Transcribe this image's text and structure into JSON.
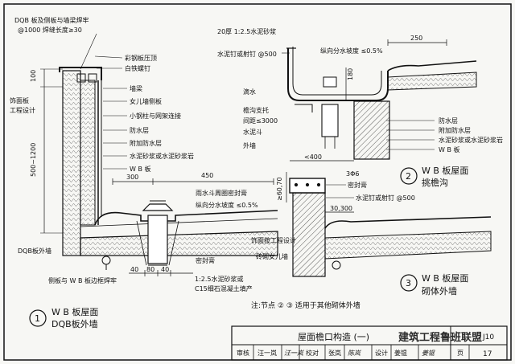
{
  "detail1": {
    "top_note_a": "DQB 板及侧板与墙梁焊牢",
    "top_note_b": "@1000 焊缝长度≥30",
    "labels": [
      "彩钢板压顶",
      "白铁螺钉",
      "墙梁",
      "女儿墙侧板",
      "小钢柱与网架连接",
      "防水层",
      "附加防水层",
      "水泥砂浆或水泥砂浆岩",
      "W B 板"
    ],
    "left_a": "饰面板",
    "left_b": "工程设计",
    "dim_100": "100",
    "dim_height": "500~1200",
    "dim_300": "300",
    "dim_450": "450",
    "dim_40a": "40",
    "dim_80": "80",
    "dim_40b": "40",
    "note_sealant": "雨水斗周圈密封膏",
    "note_slope": "纵向分水坡度 ≤0.5%",
    "note_seal": "密封膏",
    "note_mortar": "1:2.5水泥砂浆或",
    "note_concrete": "C15细石混凝土填产",
    "note_outer": "DQB板外墙",
    "note_weld": "侧板与 W B 板边框焊牢",
    "num": "1",
    "title_a": "W B 板屋面",
    "title_b": "DQB板外墙"
  },
  "detail2": {
    "note_mortar": "20厚 1:2.5水泥砂浆",
    "note_nail": "水泥钉或射钉 @500",
    "note_slope": "纵向分水坡度 ≤0.5%",
    "dim_250": "250",
    "dim_180": "180",
    "left_a": "滴水",
    "left_b": "檐沟支托",
    "left_c": "间距≤3000",
    "left_d": "水泥斗",
    "left_e": "外墙",
    "labels": [
      "防水层",
      "附加防水层",
      "水泥砂浆或水泥砂浆岩",
      "W B 板"
    ],
    "dim_400": "<400",
    "num": "2",
    "title_a": "W B 板屋面",
    "title_b": "挑檐沟"
  },
  "detail3": {
    "rebar": "3Φ6",
    "dim_6070": "≥60,70",
    "note_seal": "密封膏",
    "note_nail": "水泥钉或射钉 @500",
    "dim_3030": "30,300",
    "note_face": "饰面按工程设计",
    "note_wall": "砖砌女儿墙",
    "num": "3",
    "title_a": "W B 板屋面",
    "title_b": "砌体外墙"
  },
  "footnote": "注:节点 ② ③ 适用于其他砌体外墙",
  "title_block": {
    "title": "屋面檐口构造 (一)",
    "watermark": "建筑工程鲁班联盟",
    "atlas_tail": "J10",
    "page_label": "页",
    "page": "17",
    "cells": [
      "审核",
      "汪一岚",
      "校对",
      "张岚",
      "设计",
      "姜锟"
    ],
    "signatures": [
      "汪一岚",
      "陈岚",
      "姜锟"
    ]
  }
}
